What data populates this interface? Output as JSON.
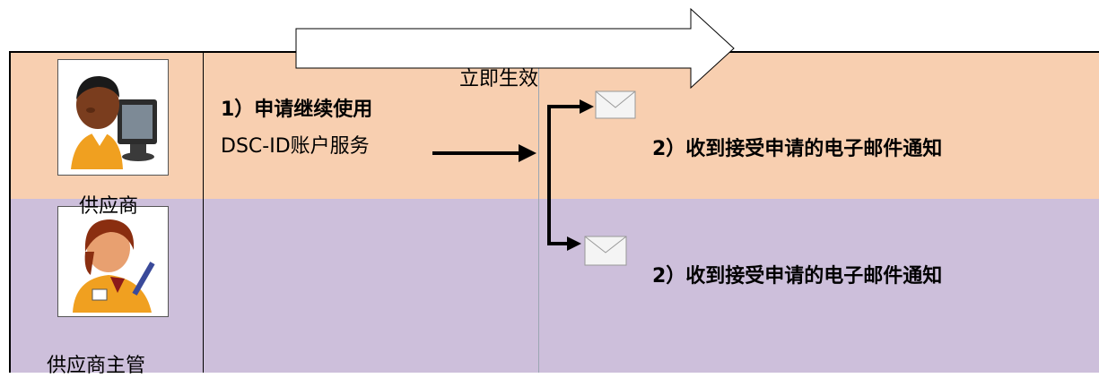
{
  "lanes": {
    "supplier": {
      "label": "供应商",
      "color": "#f8cfb0"
    },
    "manager": {
      "label": "供应商主管",
      "color": "#cdbfdb"
    }
  },
  "step1": {
    "title": "1）申请继续使用",
    "subtitle": "DSC-ID账户服务"
  },
  "banner": {
    "text": "立即生效"
  },
  "notifications": {
    "supplier": "2）收到接受申请的电子邮件通知",
    "manager": "2）收到接受申请的电子邮件通知"
  },
  "icons": {
    "supplier_avatar": "person-at-computer-icon",
    "manager_avatar": "person-writing-icon",
    "email": "envelope-icon"
  }
}
